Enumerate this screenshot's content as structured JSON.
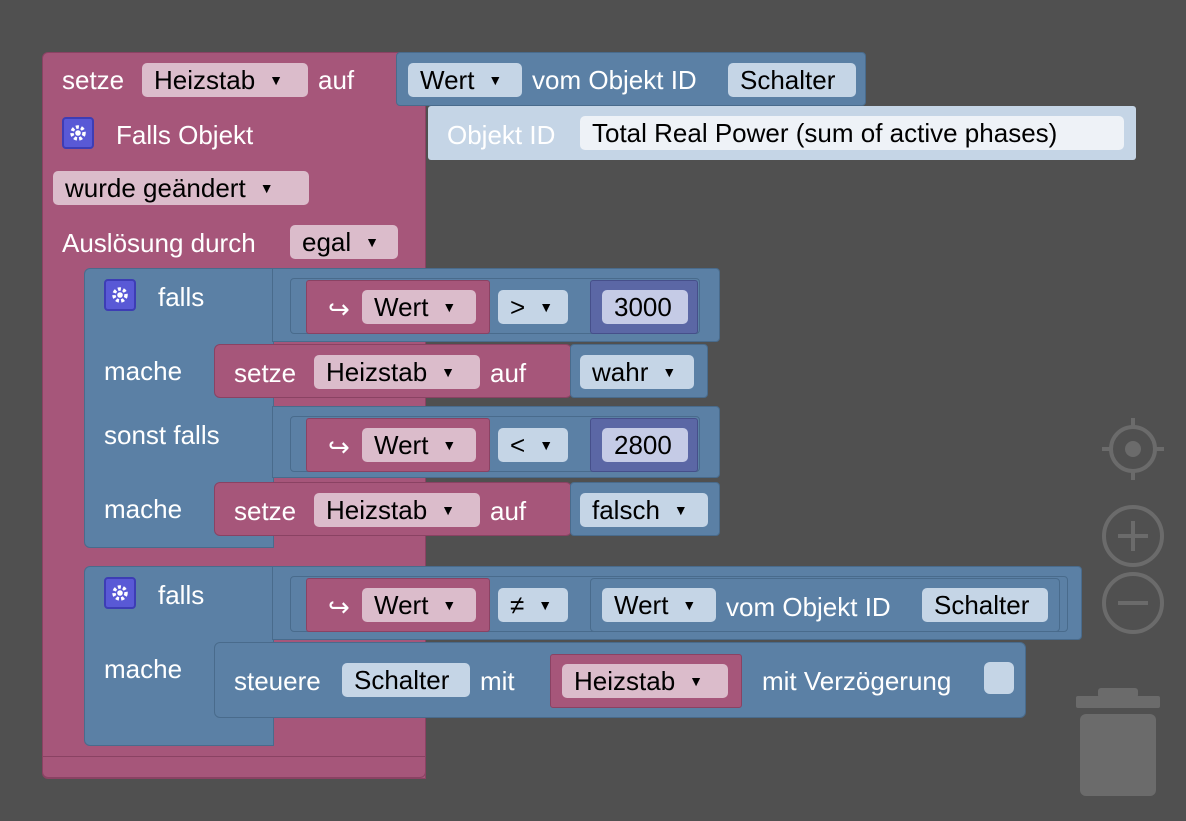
{
  "root": {
    "setze": "setze",
    "var": "Heizstab",
    "auf": "auf",
    "wert": "Wert",
    "vom_objekt_id": "vom Objekt ID",
    "objekt": "Schalter"
  },
  "trigger": {
    "title": "Falls Objekt",
    "objekt_id_label": "Objekt ID",
    "objekt_id_value": "Total Real Power (sum of active phases)",
    "condition": "wurde geändert",
    "ausloesung_label": "Auslösung durch",
    "ausloesung_value": "egal"
  },
  "if1": {
    "falls": "falls",
    "arrow": "↪",
    "wert": "Wert",
    "op1": ">",
    "num1": "3000",
    "mache1": "mache",
    "setze1": "setze",
    "var1": "Heizstab",
    "auf1": "auf",
    "val1": "wahr",
    "sonst_falls": "sonst falls",
    "wert2": "Wert",
    "op2": "<",
    "num2": "2800",
    "mache2": "mache",
    "setze2": "setze",
    "var2": "Heizstab",
    "auf2": "auf",
    "val2": "falsch"
  },
  "if2": {
    "falls": "falls",
    "arrow": "↪",
    "wert": "Wert",
    "op": "≠",
    "wert_r": "Wert",
    "vom_objekt_id": "vom Objekt ID",
    "objekt": "Schalter",
    "mache": "mache",
    "steuere": "steuere",
    "steuere_obj": "Schalter",
    "mit": "mit",
    "var": "Heizstab",
    "mit_verzoegerung": "mit Verzögerung"
  },
  "controls": {
    "center_icon": "crosshair-icon",
    "zoom_in_icon": "plus-circle-icon",
    "zoom_out_icon": "minus-circle-icon",
    "trash_icon": "trash-icon"
  },
  "colors": {
    "variable_block": "#a6567a",
    "logic_block": "#5b80a5",
    "number_block": "#5b67a5",
    "workspace": "#505050"
  }
}
